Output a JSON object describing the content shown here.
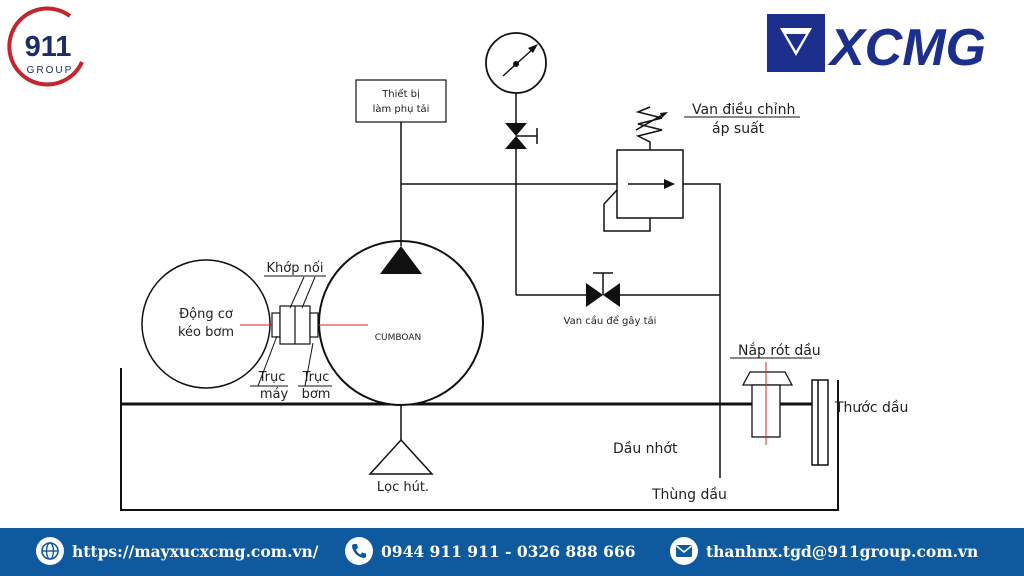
{
  "logo_911": {
    "number": "911",
    "word": "GROUP"
  },
  "logo_xcmg": {
    "text": "XCMG"
  },
  "diagram": {
    "load_device": [
      "Thiết bị",
      "làm phụ tải"
    ],
    "pressure_valve": [
      "Van điều chỉnh",
      "áp suất"
    ],
    "coupling": "Khớp nối",
    "motor": [
      "Động cơ",
      "kéo bơm"
    ],
    "pump_text": "CUMBOAN",
    "machine_shaft": [
      "Trục",
      "máy"
    ],
    "pump_shaft": [
      "Trục",
      "bơm"
    ],
    "ball_valve": "Van cầu để gây tải",
    "filler_cap": "Nắp rót dầu",
    "dipstick": "Thước dầu",
    "oil": "Dầu nhớt",
    "tank": "Thùng dầu",
    "suction_filter": "Lọc hút."
  },
  "footer": {
    "website": "https://mayxucxcmg.com.vn/",
    "phone": "0944 911 911 - 0326 888 666",
    "email": "thanhnx.tgd@911group.com.vn",
    "bg_color": "#0f5a9e"
  }
}
